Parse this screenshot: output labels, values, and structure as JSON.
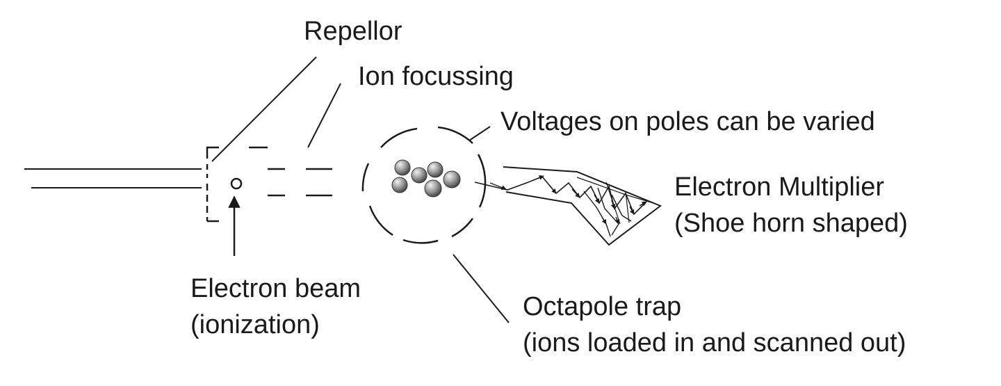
{
  "labels": {
    "repellor": "Repellor",
    "ion_focussing": "Ion focussing",
    "voltages": "Voltages on poles can be varied",
    "multiplier_line1": "Electron Multiplier",
    "multiplier_line2": "(Shoe horn shaped)",
    "beam_line1": "Electron beam",
    "beam_line2": "(ionization)",
    "trap_line1": "Octapole trap",
    "trap_line2": "(ions loaded in and scanned out)"
  },
  "colors": {
    "ink": "#1a1a1a",
    "ion_fill": "#9a9a9a",
    "background": "#ffffff"
  }
}
